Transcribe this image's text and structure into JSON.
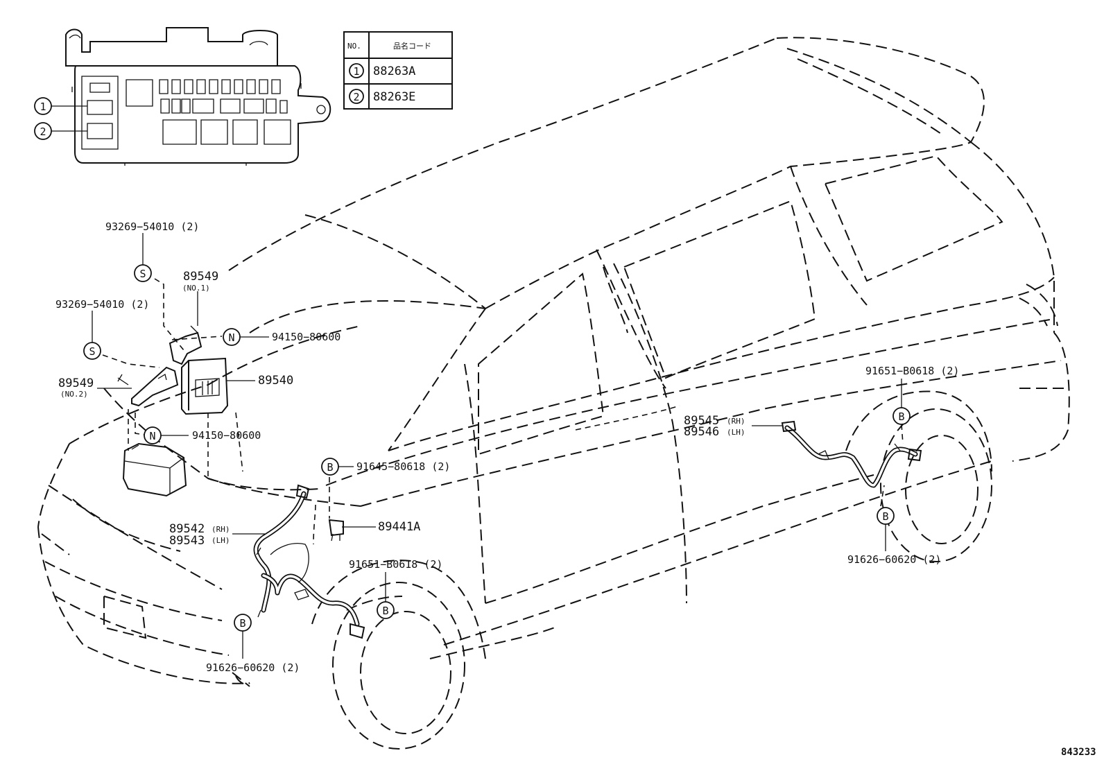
{
  "table": {
    "header_no": "NO.",
    "header_code": "品名コード",
    "rows": [
      {
        "no": "1",
        "code": "88263A"
      },
      {
        "no": "2",
        "code": "88263E"
      }
    ]
  },
  "fuse_box_callouts": [
    "1",
    "2"
  ],
  "symbols": {
    "s": "S",
    "n": "N",
    "b": "B"
  },
  "parts": {
    "p93269_top": "93269−54010 (2)",
    "p89549_no1": "89549",
    "p89549_no1_sub": "(NO.1)",
    "p93269_mid": "93269−54010 (2)",
    "p94150_top": "94150−80600",
    "p89540": "89540",
    "p89549_no2": "89549",
    "p89549_no2_sub": "(NO.2)",
    "p94150_bot": "94150−80600",
    "p91645": "91645−80618 (2)",
    "p89542": "89542",
    "p89542_rh": "(RH)",
    "p89543": "89543",
    "p89543_lh": "(LH)",
    "p89441a": "89441A",
    "p91651_front": "91651−B0618 (2)",
    "p91626_front": "91626−60620 (2)",
    "p91651_rear": "91651−B0618 (2)",
    "p89545": "89545",
    "p89545_rh": "(RH)",
    "p89546": "89546",
    "p89546_lh": "(LH)",
    "p91626_rear": "91626−60620 (2)"
  },
  "figure_ref": "843233"
}
